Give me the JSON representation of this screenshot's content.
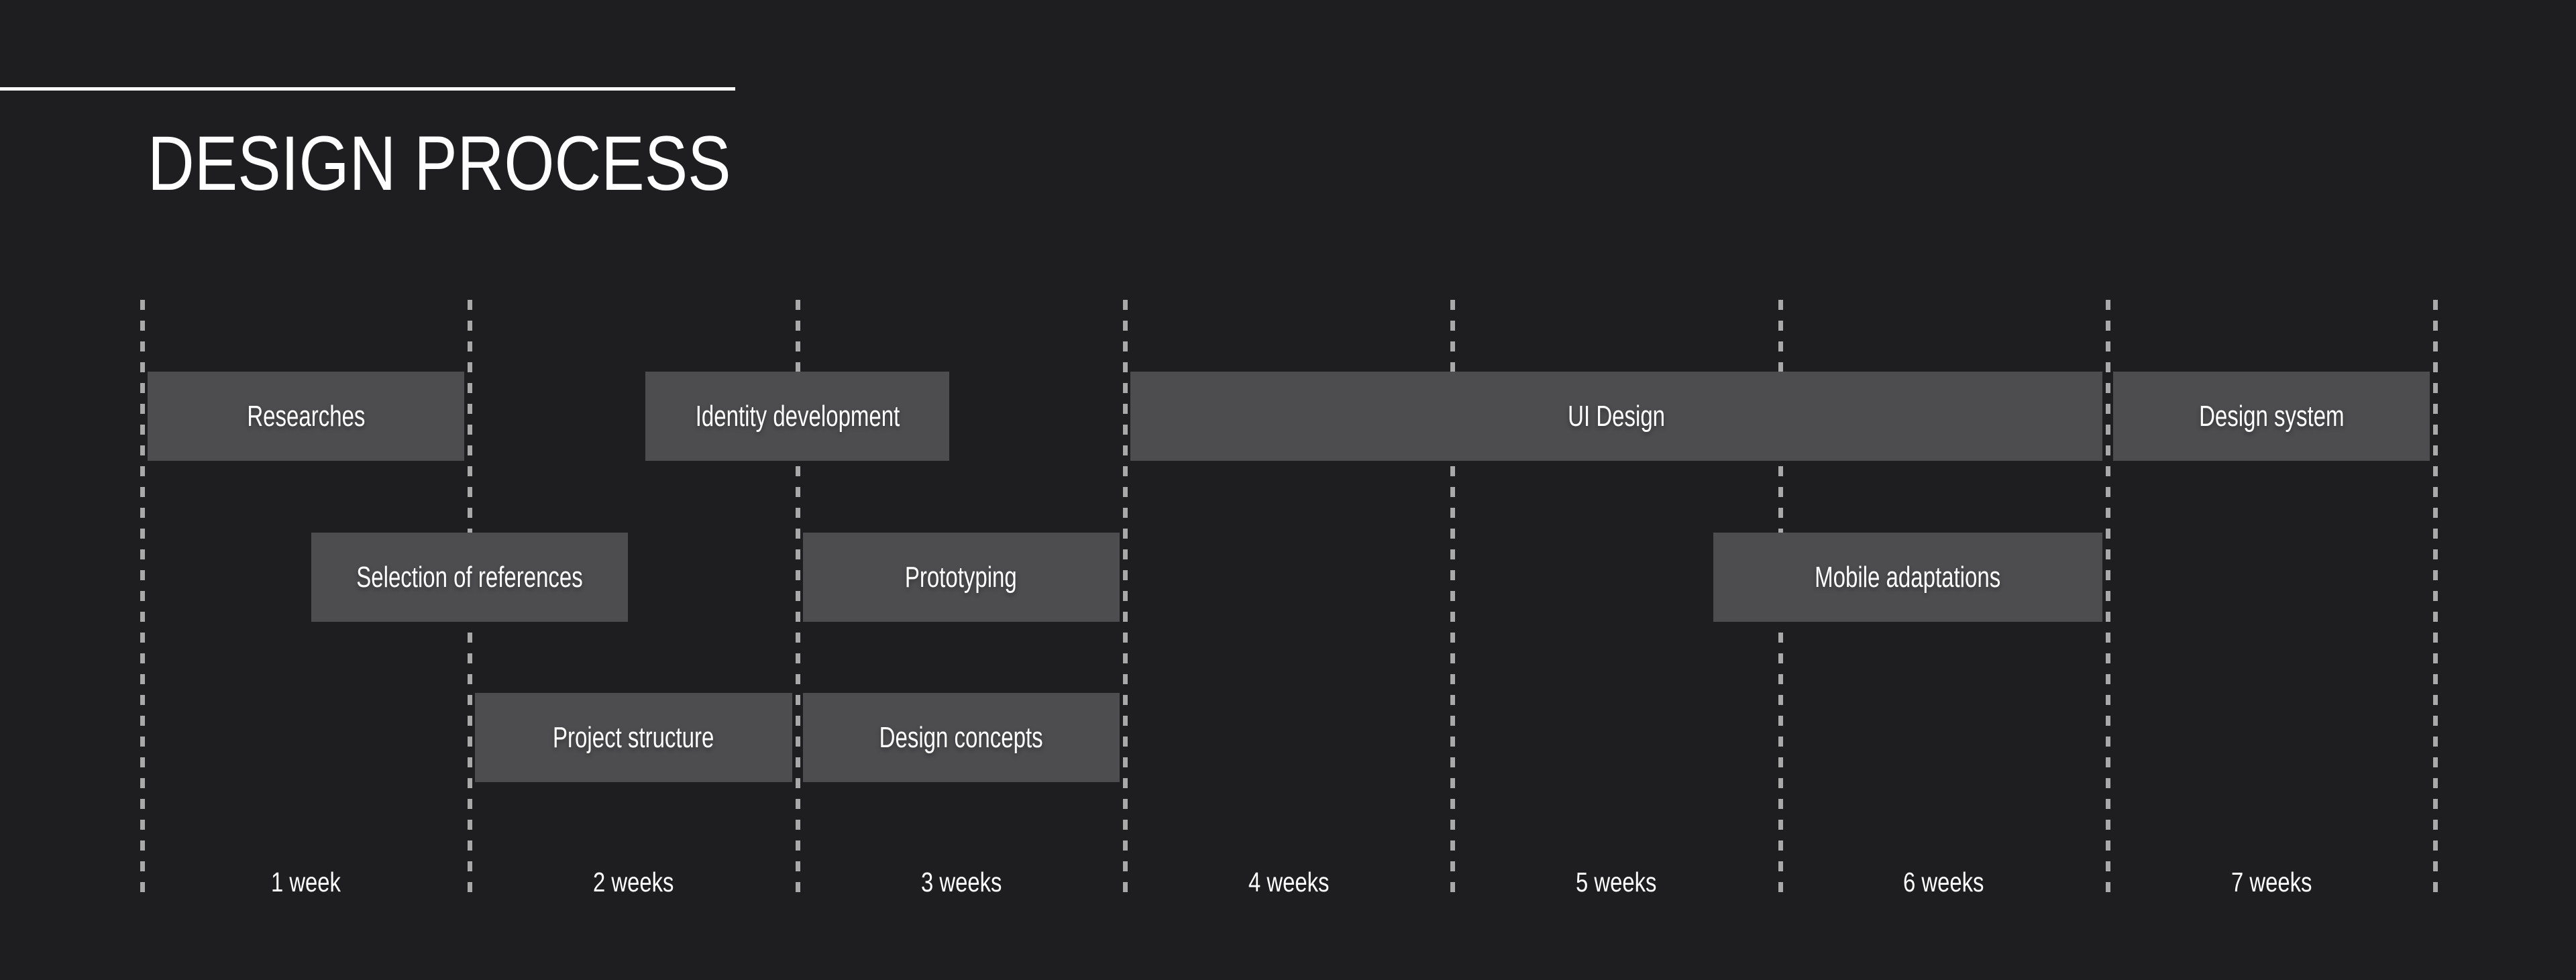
{
  "title": "DESIGN PROCESS",
  "colors": {
    "background": "#1e1e20",
    "bar_fill": "#4d4d4f",
    "grid_dash": "#a9a9a9",
    "text": "#ffffff"
  },
  "chart_data": {
    "type": "bar",
    "variant": "gantt-timeline",
    "title": "DESIGN PROCESS",
    "x_unit": "weeks",
    "x_range": [
      0,
      7
    ],
    "grid": "dashed-vertical-lines-at-each-week-boundary",
    "legend_position": "none",
    "axis_labels": [
      "1 week",
      "2 weeks",
      "3 weeks",
      "4 weeks",
      "5 weeks",
      "6 weeks",
      "7 weeks"
    ],
    "tasks": [
      {
        "label": "Researches",
        "row": 0,
        "start_week": 0,
        "end_week": 1
      },
      {
        "label": "Identity development",
        "row": 0,
        "start_week": 1.52,
        "end_week": 2.48
      },
      {
        "label": "UI Design",
        "row": 0,
        "start_week": 3,
        "end_week": 6
      },
      {
        "label": "Design system",
        "row": 0,
        "start_week": 6,
        "end_week": 7
      },
      {
        "label": "Selection of references",
        "row": 1,
        "start_week": 0.5,
        "end_week": 1.5
      },
      {
        "label": "Prototyping",
        "row": 1,
        "start_week": 2,
        "end_week": 3
      },
      {
        "label": "Mobile adaptations",
        "row": 1,
        "start_week": 4.78,
        "end_week": 6
      },
      {
        "label": "Project structure",
        "row": 2,
        "start_week": 1,
        "end_week": 2
      },
      {
        "label": "Design concepts",
        "row": 2,
        "start_week": 2,
        "end_week": 3
      }
    ]
  }
}
